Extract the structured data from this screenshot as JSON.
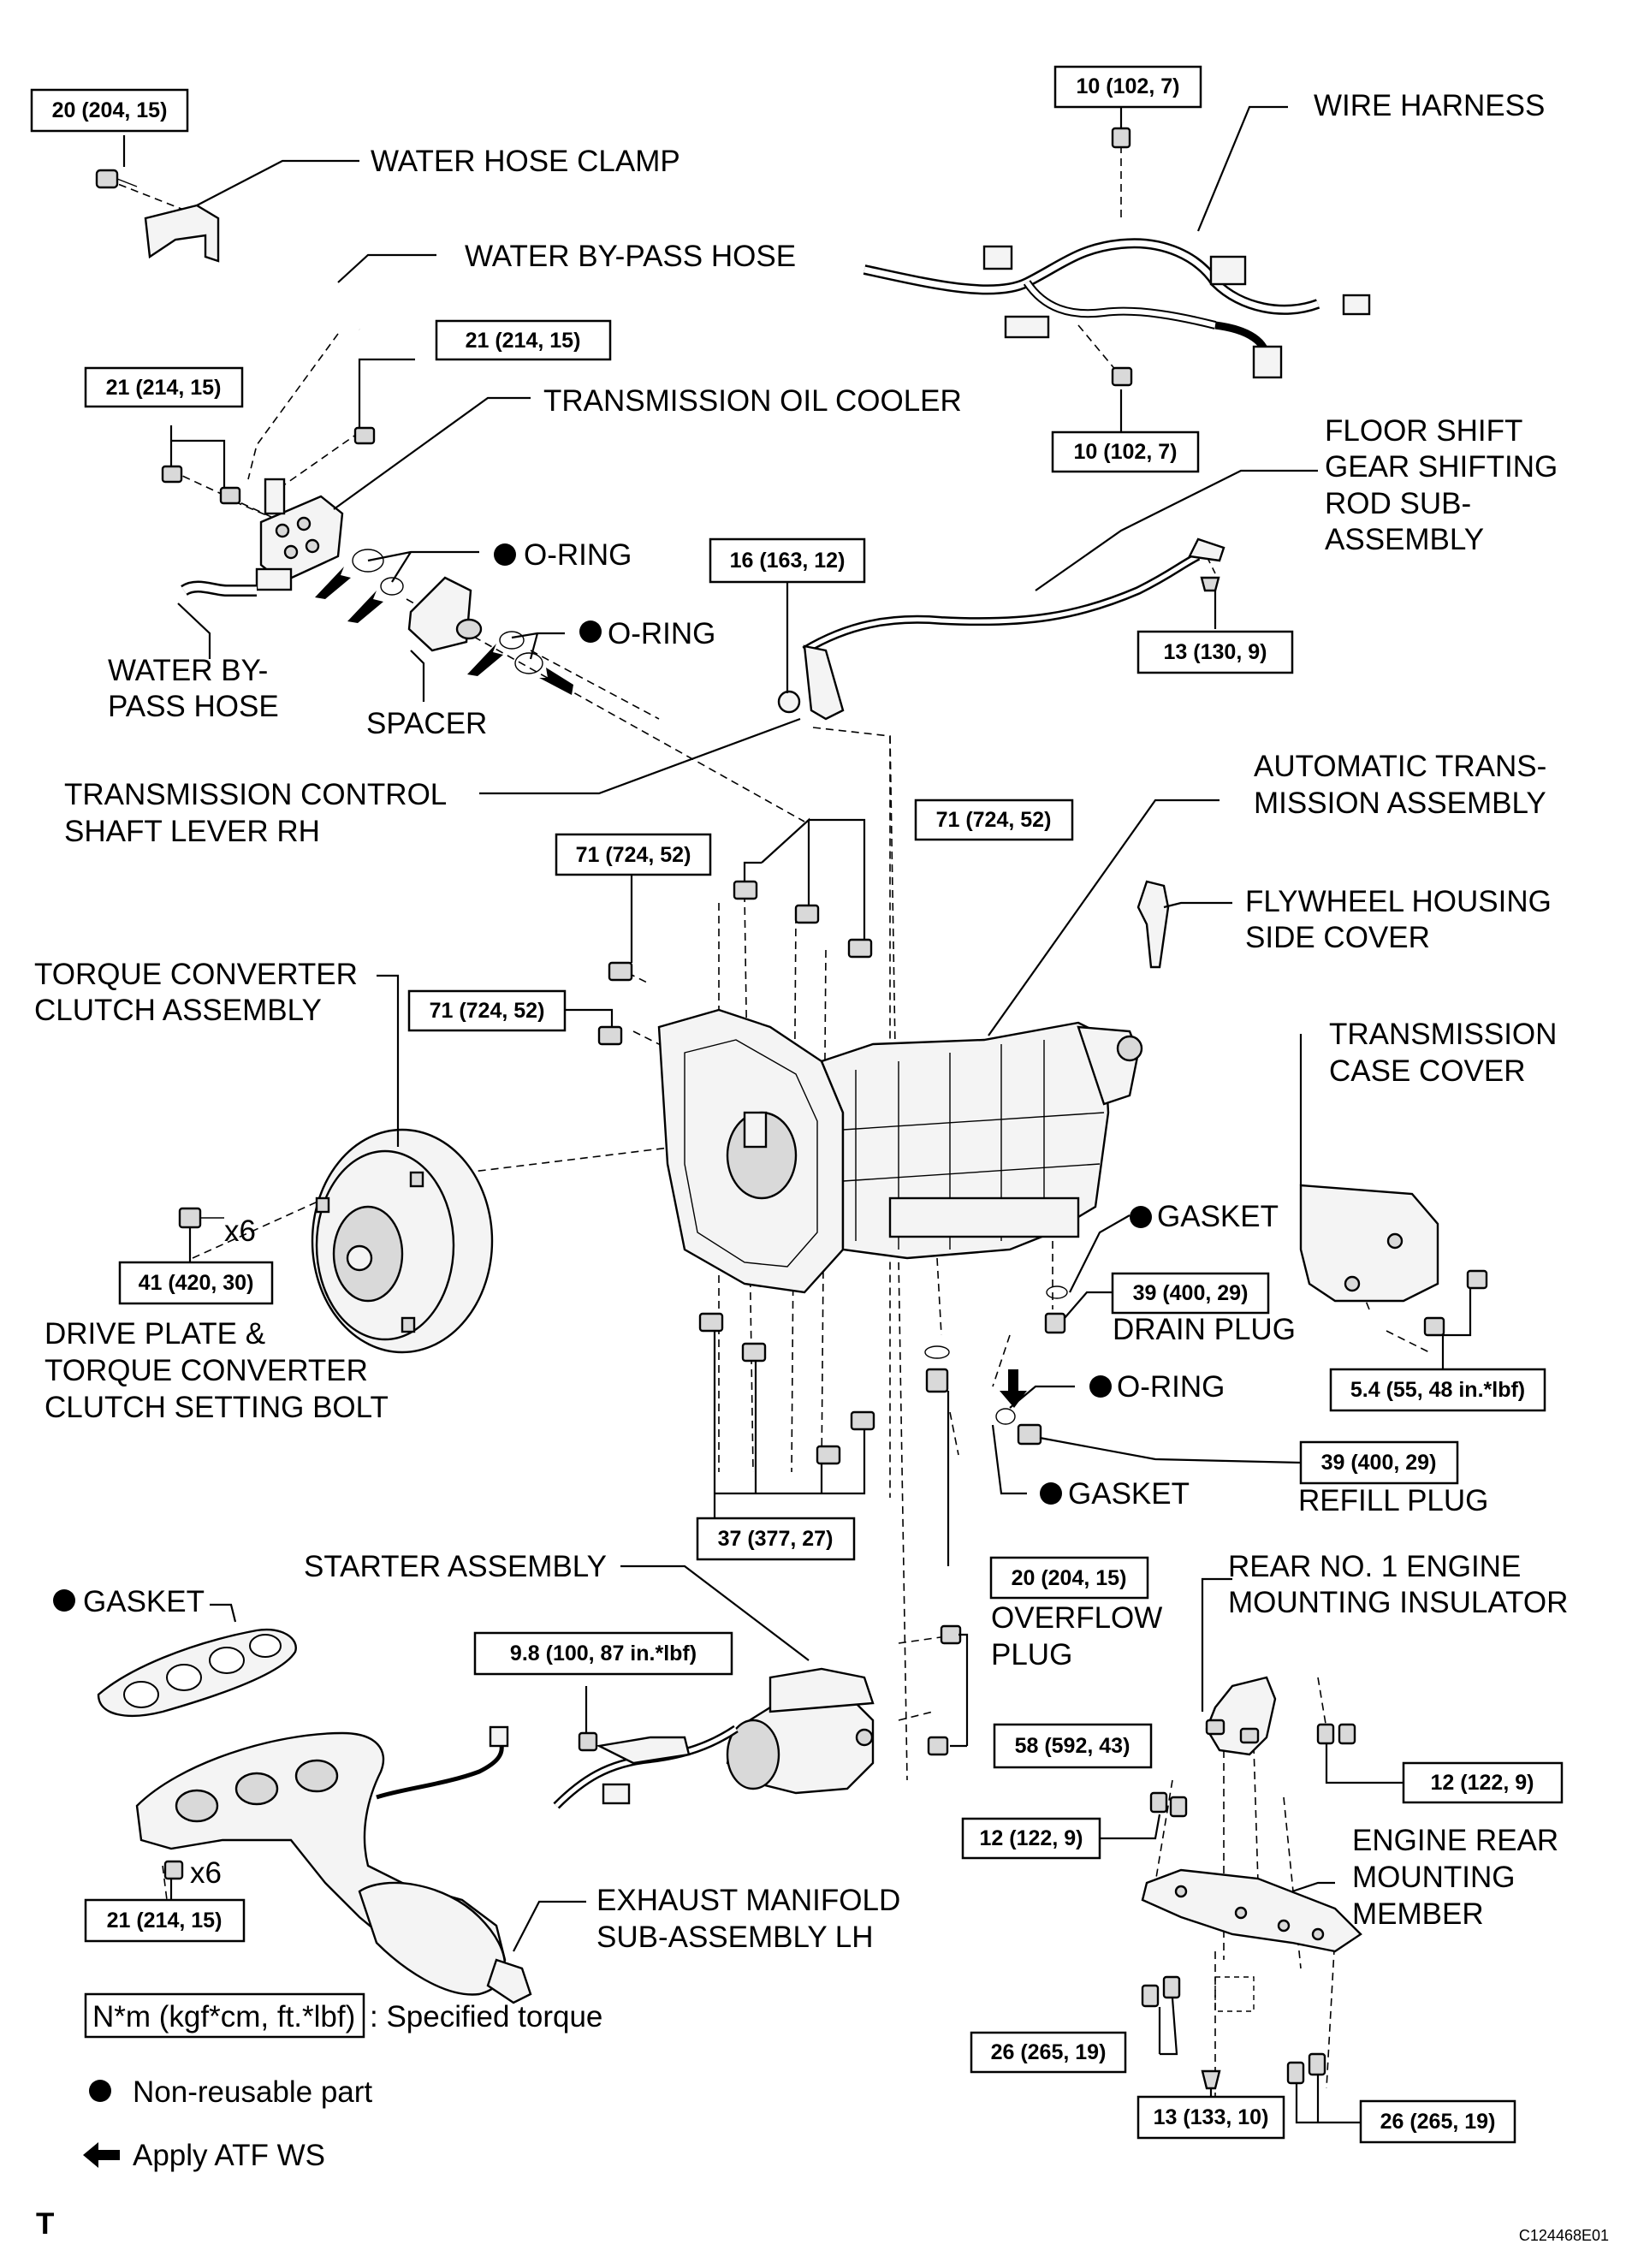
{
  "labels": {
    "water_hose_clamp": "WATER HOSE CLAMP",
    "water_bypass_hose": "WATER BY-PASS HOSE",
    "trans_oil_cooler": "TRANSMISSION OIL COOLER",
    "o_ring_1": "O-RING",
    "o_ring_2": "O-RING",
    "water_bypass_hose_2a": "WATER BY-",
    "water_bypass_hose_2b": "PASS HOSE",
    "spacer": "SPACER",
    "wire_harness": "WIRE HARNESS",
    "floor_shift_1": "FLOOR SHIFT",
    "floor_shift_2": "GEAR SHIFTING",
    "floor_shift_3": "ROD SUB-",
    "floor_shift_4": "ASSEMBLY",
    "control_lever_1": "TRANSMISSION CONTROL",
    "control_lever_2": "SHAFT LEVER RH",
    "auto_trans_1": "AUTOMATIC TRANS-",
    "auto_trans_2": "MISSION ASSEMBLY",
    "flywheel_cover_1": "FLYWHEEL HOUSING",
    "flywheel_cover_2": "SIDE COVER",
    "torque_conv_1": "TORQUE CONVERTER",
    "torque_conv_2": "CLUTCH ASSEMBLY",
    "case_cover_1": "TRANSMISSION",
    "case_cover_2": "CASE COVER",
    "gasket_drain": "GASKET",
    "drain_plug": "DRAIN PLUG",
    "o_ring_refill": "O-RING",
    "gasket_refill": "GASKET",
    "refill_plug": "REFILL PLUG",
    "drive_plate_1": "DRIVE PLATE &",
    "drive_plate_2": "TORQUE CONVERTER",
    "drive_plate_3": "CLUTCH SETTING BOLT",
    "x6_a": "x6",
    "overflow_1": "OVERFLOW",
    "overflow_2": "PLUG",
    "starter": "STARTER ASSEMBLY",
    "gasket_exhaust": "GASKET",
    "x6_b": "x6",
    "rear_insulator_1": "REAR NO. 1 ENGINE",
    "rear_insulator_2": "MOUNTING INSULATOR",
    "rear_member_1": "ENGINE REAR",
    "rear_member_2": "MOUNTING",
    "rear_member_3": "MEMBER",
    "exhaust_1": "EXHAUST MANIFOLD",
    "exhaust_2": "SUB-ASSEMBLY LH"
  },
  "torques": {
    "t_clamp": "20 (204, 15)",
    "t_cooler_right": "21 (214, 15)",
    "t_cooler_left": "21 (214, 15)",
    "t_harness_top": "10 (102, 7)",
    "t_harness_bottom": "10 (102, 7)",
    "t_lever": "16 (163, 12)",
    "t_rod": "13 (130, 9)",
    "t_trans_top_right": "71 (724, 52)",
    "t_trans_top_left": "71 (724, 52)",
    "t_trans_left": "71 (724, 52)",
    "t_drive_plate": "41 (420, 30)",
    "t_drain": "39 (400, 29)",
    "t_case_cover": "5.4 (55, 48 in.*lbf)",
    "t_refill": "39 (400, 29)",
    "t_trans_bottom": "37 (377, 27)",
    "t_overflow": "20 (204, 15)",
    "t_starter_small": "9.8 (100, 87 in.*lbf)",
    "t_starter": "58 (592, 43)",
    "t_insulator_right": "12 (122, 9)",
    "t_insulator_left": "12 (122, 9)",
    "t_member_left": "26 (265, 19)",
    "t_member_bottom": "13 (133, 10)",
    "t_member_right": "26 (265, 19)",
    "t_exhaust": "21 (214, 15)"
  },
  "legend": {
    "unit_box": "N*m (kgf*cm, ft.*lbf)",
    "unit_text": ": Specified torque",
    "nonreusable": "Non-reusable part",
    "atf": "Apply ATF WS"
  },
  "footer": {
    "corner_letter": "T",
    "figure_code": "C124468E01"
  }
}
